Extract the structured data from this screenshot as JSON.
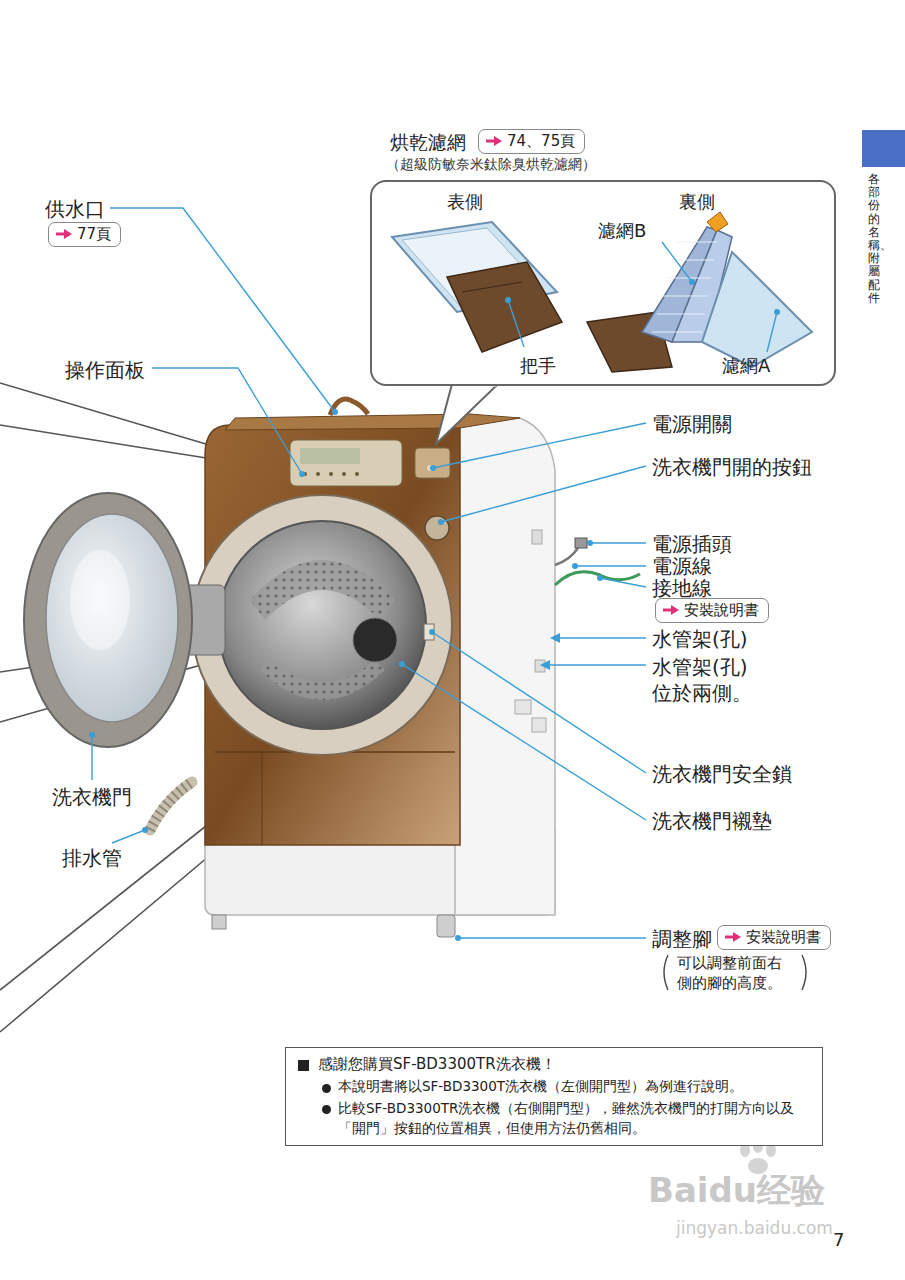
{
  "diagram": {
    "nodes": [
      {
        "text": [
          "烘乾濾網",
          "（超級防敏奈米鈦除臭烘乾濾網）",
          "表側",
          "裏側",
          "濾網B",
          "把手",
          "濾網A"
        ]
      },
      {
        "text": [
          "74、75頁"
        ]
      },
      {
        "text": [
          "77頁"
        ]
      },
      {
        "text": [
          "安裝說明書"
        ]
      },
      {
        "text": [
          "安裝說明書"
        ]
      },
      {
        "text": [
          "感謝您購買SF-BD3300TR洗衣機！",
          "本說明書將以SF-BD3300T洗衣機（左側開門型）為例進行說明。",
          "比較SF-BD3300TR洗衣機（右側開門型），雖然洗衣機門的打開方向以及「開門」按鈕的位置相異，但使用方法仍舊相同。"
        ]
      }
    ],
    "labels": [
      "供水口",
      "操作面板",
      "電源開關",
      "洗衣機門開的按鈕",
      "電源插頭",
      "電源線",
      "接地線",
      "水管架(孔)",
      "水管架(孔) 位於兩側。",
      "洗衣機門安全鎖",
      "洗衣機門襯墊",
      "洗衣機門",
      "排水管",
      "調整腳",
      "可以調整前面右 側的腳的高度。",
      "各部份的名稱、附屬配件",
      "7",
      "Baidu经验",
      "jingyan.baidu.com"
    ]
  }
}
